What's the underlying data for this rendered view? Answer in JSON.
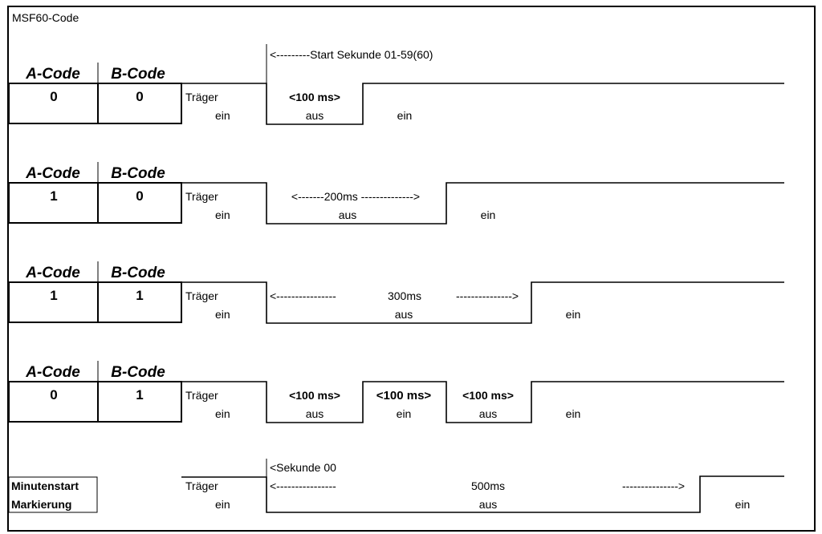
{
  "title": "MSF60-Code",
  "colors": {
    "line": "#000000",
    "background": "#ffffff"
  },
  "labels": {
    "a_code": "A-Code",
    "b_code": "B-Code",
    "carrier": "Träger",
    "on": "ein",
    "off": "aus"
  },
  "rows": [
    {
      "a": "0",
      "b": "0",
      "annotation": "<---------Start   Sekunde 01-59(60)",
      "segments": [
        {
          "state": "aus",
          "duration_ms": 100,
          "label": "<100 ms>",
          "state_label": "aus"
        },
        {
          "state": "ein",
          "state_label": "ein"
        }
      ]
    },
    {
      "a": "1",
      "b": "0",
      "segments": [
        {
          "state": "aus",
          "duration_ms": 200,
          "label": "<-------200ms -------------->",
          "state_label": "aus"
        },
        {
          "state": "ein",
          "state_label": "ein"
        }
      ]
    },
    {
      "a": "1",
      "b": "1",
      "segments": [
        {
          "state": "aus",
          "duration_ms": 300,
          "label_left": "<----------------",
          "label": "300ms",
          "label_right": "--------------->",
          "state_label": "aus"
        },
        {
          "state": "ein",
          "state_label": "ein"
        }
      ]
    },
    {
      "a": "0",
      "b": "1",
      "segments": [
        {
          "state": "aus",
          "duration_ms": 100,
          "label": "<100 ms>",
          "state_label": "aus"
        },
        {
          "state": "ein",
          "duration_ms": 100,
          "label": "<100 ms>",
          "state_label": "ein"
        },
        {
          "state": "aus",
          "duration_ms": 100,
          "label": "<100 ms>",
          "state_label": "aus"
        },
        {
          "state": "ein",
          "state_label": "ein"
        }
      ]
    }
  ],
  "minute_marker": {
    "line1": "Minutenstart",
    "line2": "Markierung",
    "annotation": "<Sekunde 00",
    "label_left": "<----------------",
    "label": "500ms",
    "label_right": "--------------->",
    "duration_ms": 500,
    "state_off": "aus",
    "state_on": "ein"
  }
}
